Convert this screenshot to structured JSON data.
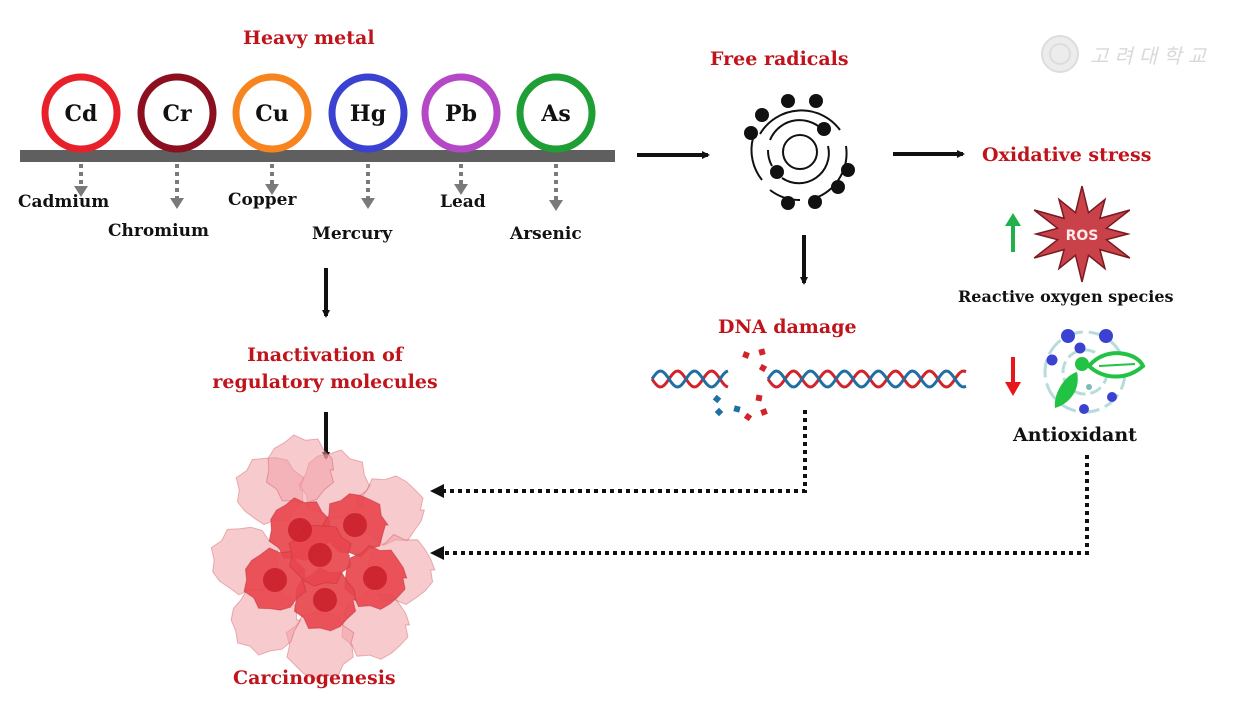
{
  "title": "Heavy metal",
  "metals": [
    {
      "symbol": "Cd",
      "name": "Cadmium",
      "color": "#e8202a"
    },
    {
      "symbol": "Cr",
      "name": "Chromium",
      "color": "#8b0f1e"
    },
    {
      "symbol": "Cu",
      "name": "Copper",
      "color": "#f7841f"
    },
    {
      "symbol": "Hg",
      "name": "Mercury",
      "color": "#3b41d0"
    },
    {
      "symbol": "Pb",
      "name": "Lead",
      "color": "#b548c6"
    },
    {
      "symbol": "As",
      "name": "Arsenic",
      "color": "#1e9e35"
    }
  ],
  "free_radicals": {
    "label": "Free radicals"
  },
  "oxidative_stress": {
    "label": "Oxidative stress"
  },
  "ros": {
    "badge": "ROS",
    "label": "Reactive oxygen species",
    "trend": "up",
    "trend_color": "#22b04a"
  },
  "antioxidant": {
    "label": "Antioxidant",
    "trend": "down",
    "trend_color": "#e8161b"
  },
  "dna_damage": {
    "label": "DNA damage"
  },
  "inactivation": {
    "line1": "Inactivation of",
    "line2": "regulatory molecules"
  },
  "carcinogenesis": {
    "label": "Carcinogenesis"
  },
  "watermark": {
    "text": "고려대학교"
  },
  "colors": {
    "title_red": "#c0141c",
    "bar_gray": "#5f5f5f",
    "dna_red": "#d2232a",
    "dna_blue": "#1f6fa5",
    "ros_fill": "#c9424a",
    "tumor_red": "#e8474e"
  }
}
